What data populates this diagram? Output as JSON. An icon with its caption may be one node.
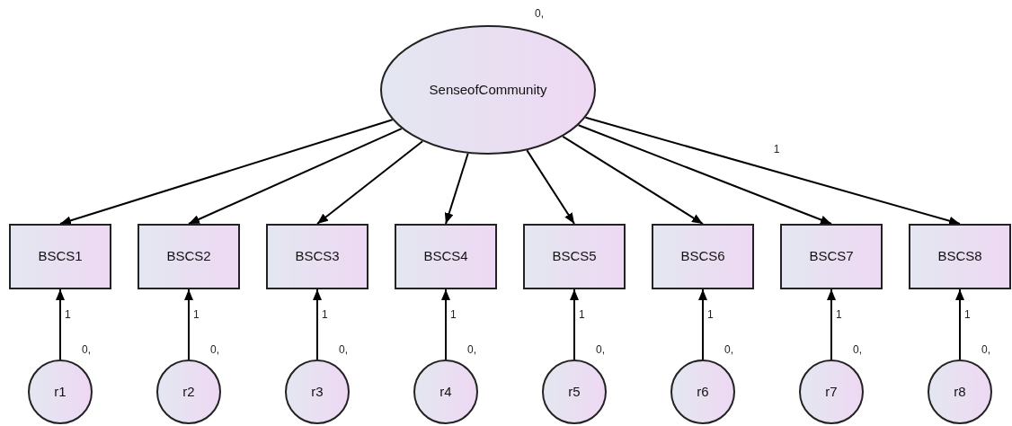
{
  "diagram": {
    "nodes": [
      {
        "text": [
          "SenseofCommunity"
        ],
        "beside": [
          "0,"
        ]
      },
      {
        "text": [
          "BSCS1"
        ]
      },
      {
        "text": [
          "BSCS2"
        ]
      },
      {
        "text": [
          "BSCS3"
        ]
      },
      {
        "text": [
          "BSCS4"
        ]
      },
      {
        "text": [
          "BSCS5"
        ]
      },
      {
        "text": [
          "BSCS6"
        ]
      },
      {
        "text": [
          "BSCS7"
        ]
      },
      {
        "text": [
          "BSCS8"
        ]
      },
      {
        "text": [
          "r1"
        ],
        "beside": [
          "0,"
        ]
      },
      {
        "text": [
          "r2"
        ],
        "beside": [
          "0,"
        ]
      },
      {
        "text": [
          "r3"
        ],
        "beside": [
          "0,"
        ]
      },
      {
        "text": [
          "r4"
        ],
        "beside": [
          "0,"
        ]
      },
      {
        "text": [
          "r5"
        ],
        "beside": [
          "0,"
        ]
      },
      {
        "text": [
          "r6"
        ],
        "beside": [
          "0,"
        ]
      },
      {
        "text": [
          "r7"
        ],
        "beside": [
          "0,"
        ]
      },
      {
        "text": [
          "r8"
        ],
        "beside": [
          "0,"
        ]
      }
    ],
    "edges": [
      {
        "from": 0,
        "to": 1,
        "arrow": "to"
      },
      {
        "from": 0,
        "to": 2,
        "arrow": "to"
      },
      {
        "from": 0,
        "to": 3,
        "arrow": "to"
      },
      {
        "from": 0,
        "to": 4,
        "arrow": "to"
      },
      {
        "from": 0,
        "to": 5,
        "arrow": "to"
      },
      {
        "from": 0,
        "to": 6,
        "arrow": "to"
      },
      {
        "from": 0,
        "to": 7,
        "arrow": "to"
      },
      {
        "from": 0,
        "to": 8,
        "arrow": "to",
        "label": "1"
      },
      {
        "from": 9,
        "to": 1,
        "arrow": "to",
        "label": "1"
      },
      {
        "from": 10,
        "to": 2,
        "arrow": "to",
        "label": "1"
      },
      {
        "from": 11,
        "to": 3,
        "arrow": "to",
        "label": "1"
      },
      {
        "from": 12,
        "to": 4,
        "arrow": "to",
        "label": "1"
      },
      {
        "from": 13,
        "to": 5,
        "arrow": "to",
        "label": "1"
      },
      {
        "from": 14,
        "to": 6,
        "arrow": "to",
        "label": "1"
      },
      {
        "from": 15,
        "to": 7,
        "arrow": "to",
        "label": "1"
      },
      {
        "from": 16,
        "to": 8,
        "arrow": "to",
        "label": "1"
      }
    ]
  }
}
